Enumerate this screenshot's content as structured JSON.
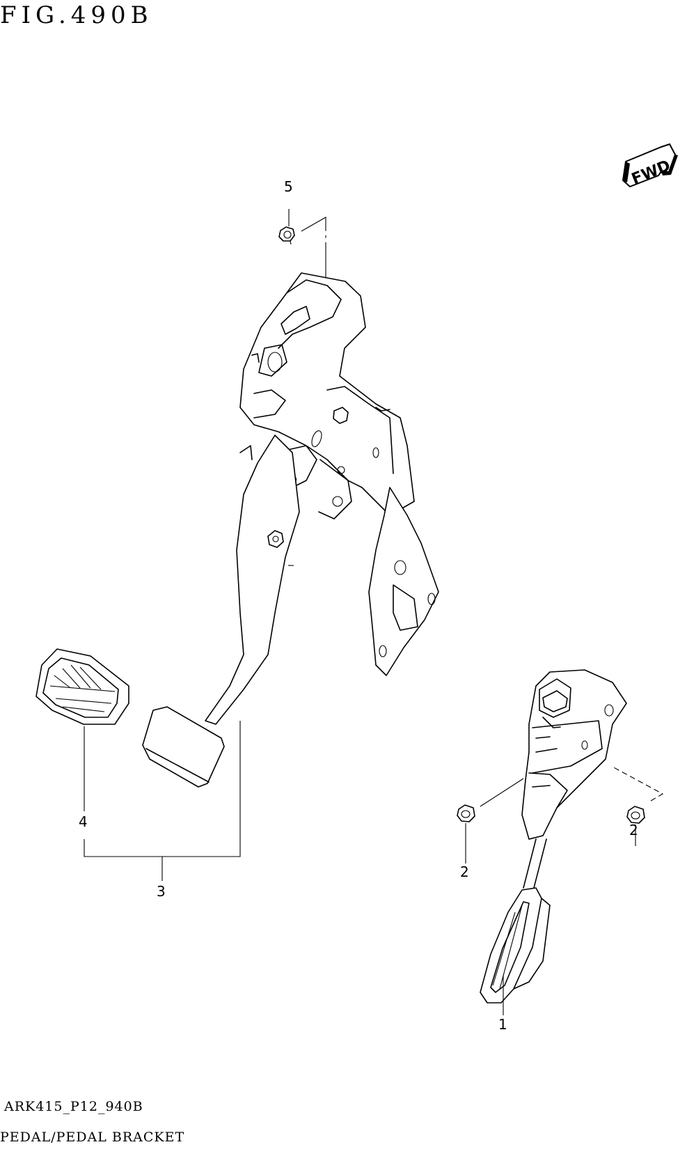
{
  "figure": {
    "title": "FIG.490B"
  },
  "footer": {
    "code": "ARK415_P12_940B",
    "description": "PEDAL/PEDAL BRACKET"
  },
  "direction_badge": {
    "label": "FWD"
  },
  "callouts": {
    "c1": "1",
    "c2a": "2",
    "c2b": "2",
    "c3": "3",
    "c4": "4",
    "c5": "5"
  }
}
